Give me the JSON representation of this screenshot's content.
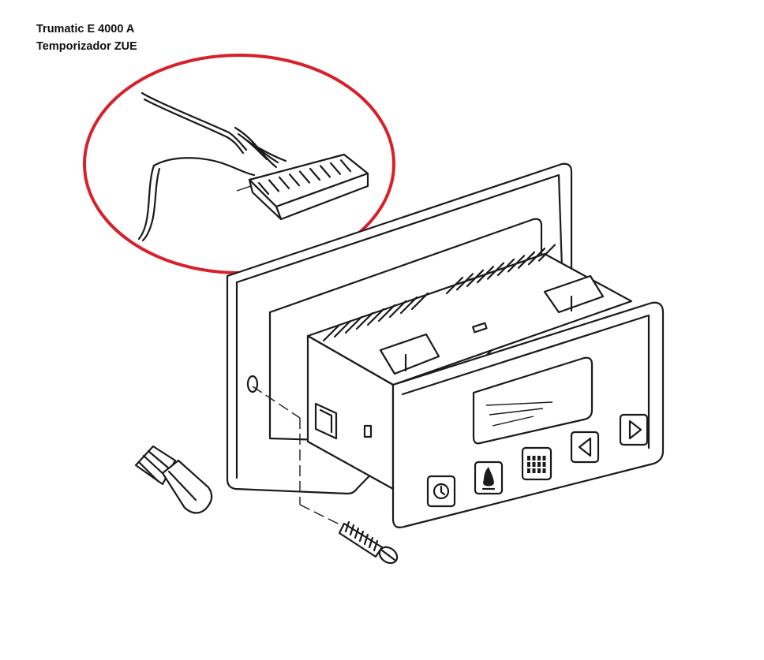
{
  "caption": {
    "line1": "Trumatic E 4000 A",
    "line2": "Temporizador ZUE"
  },
  "highlight": {
    "color": "#d8202a",
    "subject": "connector-plug-with-cable"
  },
  "icons": {
    "button_1": "clock-icon",
    "button_2": "flame-icon",
    "button_3": "heat-grid-icon",
    "button_4": "arrow-left-icon",
    "button_5": "arrow-right-icon"
  }
}
